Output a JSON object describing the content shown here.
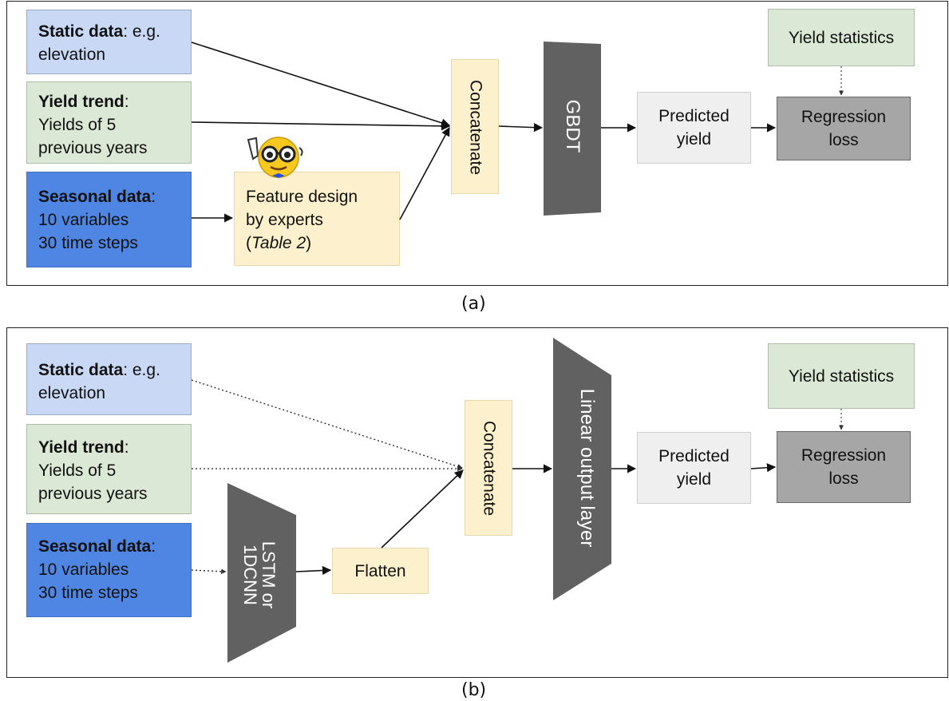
{
  "panel_a": {
    "static": {
      "title": "Static data",
      "rest1": ": e.g.",
      "line2": "elevation"
    },
    "trend": {
      "title": "Yield trend",
      "rest1": ":",
      "line2": "Yields of 5",
      "line3": "previous years"
    },
    "seasonal": {
      "title": "Seasonal data",
      "rest1": ":",
      "line2": "10 variables",
      "line3": "30 time steps"
    },
    "feature": {
      "line1": "Feature design",
      "line2": "by experts",
      "open": "(",
      "table": "Table 2",
      "close": ")"
    },
    "concat": "Concatenate",
    "model": "GBDT",
    "predicted": {
      "line1": "Predicted",
      "line2": "yield"
    },
    "loss": {
      "line1": "Regression",
      "line2": "loss"
    },
    "stats": "Yield statistics",
    "caption": "(a)",
    "expert_icon": "nerd-face-icon"
  },
  "panel_b": {
    "static": {
      "title": "Static data",
      "rest1": ": e.g.",
      "line2": "elevation"
    },
    "trend": {
      "title": "Yield trend",
      "rest1": ":",
      "line2": "Yields of 5",
      "line3": "previous years"
    },
    "seasonal": {
      "title": "Seasonal data",
      "rest1": ":",
      "line2": "10 variables",
      "line3": "30 time steps"
    },
    "encoder": {
      "line1": "LSTM or",
      "line2": "1DCNN"
    },
    "flatten": "Flatten",
    "concat": "Concatenate",
    "model": "Linear output layer",
    "predicted": {
      "line1": "Predicted",
      "line2": "yield"
    },
    "loss": {
      "line1": "Regression",
      "line2": "loss"
    },
    "stats": "Yield statistics",
    "caption": "(b)"
  },
  "colors": {
    "static": "#c9d9f5",
    "trend": "#dbe8d5",
    "seasonal": "#4f86e3",
    "module": "#fdf0cc",
    "model": "#616161",
    "loss": "#a6a6a6"
  }
}
